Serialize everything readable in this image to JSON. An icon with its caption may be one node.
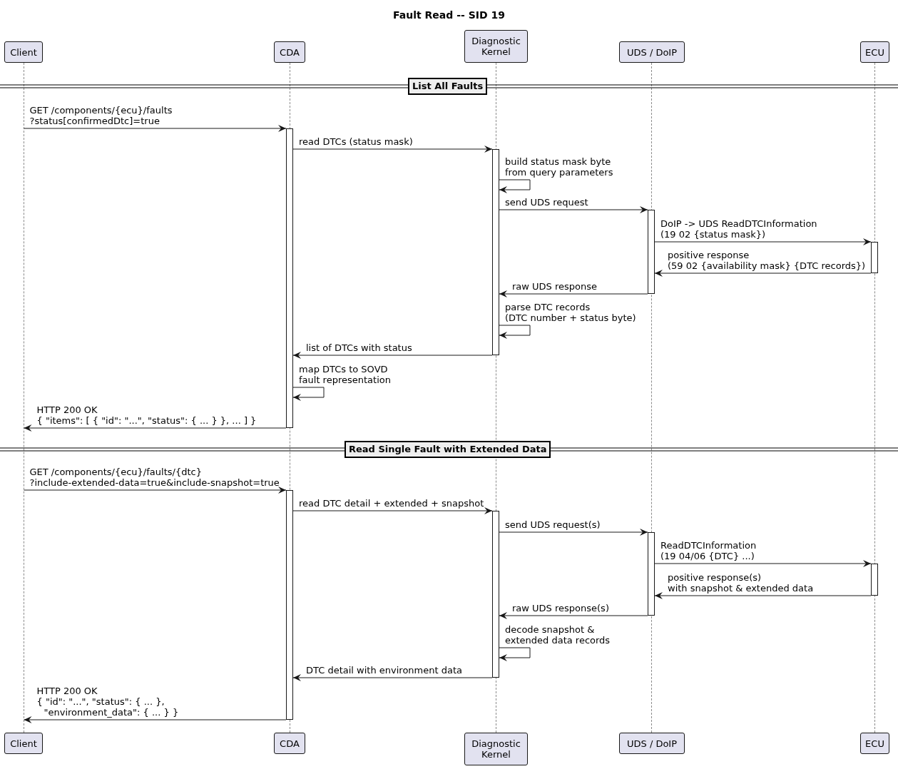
{
  "diagram": {
    "title": "Fault Read -- SID 19",
    "nodes": [
      {
        "text": [
          "Client"
        ]
      },
      {
        "text": [
          "CDA"
        ]
      },
      {
        "text": [
          "Diagnostic Kernel"
        ]
      },
      {
        "text": [
          "UDS / DoIP"
        ]
      },
      {
        "text": [
          "ECU"
        ]
      },
      {
        "text": [],
        "shape": "line"
      },
      {
        "text": [],
        "shape": "line"
      },
      {
        "text": [],
        "shape": "line"
      },
      {
        "text": [],
        "shape": "line"
      },
      {
        "text": [],
        "shape": "line"
      },
      {
        "text": [
          "List All Faults"
        ]
      },
      {
        "text": [],
        "shape": "bar"
      },
      {
        "text": [],
        "shape": "bar"
      },
      {
        "text": [],
        "shape": "bar"
      },
      {
        "text": [],
        "shape": "bar"
      },
      {
        "text": [
          "Read Single Fault with Extended Data"
        ]
      },
      {
        "text": [],
        "shape": "bar"
      },
      {
        "text": [],
        "shape": "bar"
      },
      {
        "text": [],
        "shape": "bar"
      },
      {
        "text": [],
        "shape": "bar"
      },
      {
        "text": [
          "Client"
        ]
      },
      {
        "text": [
          "CDA"
        ]
      },
      {
        "text": [
          "Diagnostic Kernel"
        ]
      },
      {
        "text": [
          "UDS / DoIP"
        ]
      },
      {
        "text": [
          "ECU"
        ]
      }
    ],
    "edges": [
      {
        "from": 5,
        "to": 11,
        "arrow": "to",
        "label": "GET /components/{ecu}/faults ?status[confirmedDtc]=true"
      },
      {
        "from": 11,
        "to": 12,
        "arrow": "to",
        "label": "read DTCs (status mask)"
      },
      {
        "from": 12,
        "to": 12,
        "arrow": "to",
        "label": "build status mask byte from query parameters"
      },
      {
        "from": 12,
        "to": 13,
        "arrow": "to",
        "label": "send UDS request"
      },
      {
        "from": 13,
        "to": 14,
        "arrow": "to",
        "label": "DoIP -> UDS ReadDTCInformation (19 02 {status mask})"
      },
      {
        "from": 14,
        "to": 13,
        "arrow": "to",
        "label": "positive response (59 02 {availability mask} {DTC records})"
      },
      {
        "from": 13,
        "to": 12,
        "arrow": "to",
        "label": "raw UDS response"
      },
      {
        "from": 12,
        "to": 12,
        "arrow": "to",
        "label": "parse DTC records (DTC number + status byte)"
      },
      {
        "from": 12,
        "to": 11,
        "arrow": "to",
        "label": "list of DTCs with status"
      },
      {
        "from": 11,
        "to": 11,
        "arrow": "to",
        "label": "map DTCs to SOVD fault representation"
      },
      {
        "from": 11,
        "to": 5,
        "arrow": "to",
        "label": "HTTP 200 OK { \"items\": [ { \"id\": \"...\", \"status\": { ... } }, ... ] }"
      },
      {
        "from": 5,
        "to": 16,
        "arrow": "to",
        "label": "GET /components/{ecu}/faults/{dtc} ?include-extended-data=true&include-snapshot=true"
      },
      {
        "from": 16,
        "to": 17,
        "arrow": "to",
        "label": "read DTC detail + extended + snapshot"
      },
      {
        "from": 17,
        "to": 18,
        "arrow": "to",
        "label": "send UDS request(s)"
      },
      {
        "from": 18,
        "to": 19,
        "arrow": "to",
        "label": "ReadDTCInformation (19 04/06 {DTC} ...)"
      },
      {
        "from": 19,
        "to": 18,
        "arrow": "to",
        "label": "positive response(s) with snapshot & extended data"
      },
      {
        "from": 18,
        "to": 17,
        "arrow": "to",
        "label": "raw UDS response(s)"
      },
      {
        "from": 17,
        "to": 17,
        "arrow": "to",
        "label": "decode snapshot & extended data records"
      },
      {
        "from": 17,
        "to": 16,
        "arrow": "to",
        "label": "DTC detail with environment data"
      },
      {
        "from": 16,
        "to": 5,
        "arrow": "to",
        "label": "HTTP 200 OK { \"id\": \"...\", \"status\": { ... }, \"environment_data\": { ... } }"
      }
    ]
  }
}
